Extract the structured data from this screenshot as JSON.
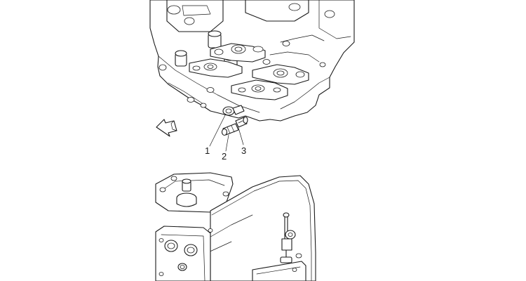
{
  "diagram": {
    "callouts": [
      {
        "id": "1",
        "label": "1"
      },
      {
        "id": "2",
        "label": "2"
      },
      {
        "id": "3",
        "label": "3"
      }
    ],
    "icons": {
      "orientation": "direction-arrow-icon"
    },
    "colors": {
      "line": "#1a1a1a",
      "background": "#ffffff"
    }
  }
}
